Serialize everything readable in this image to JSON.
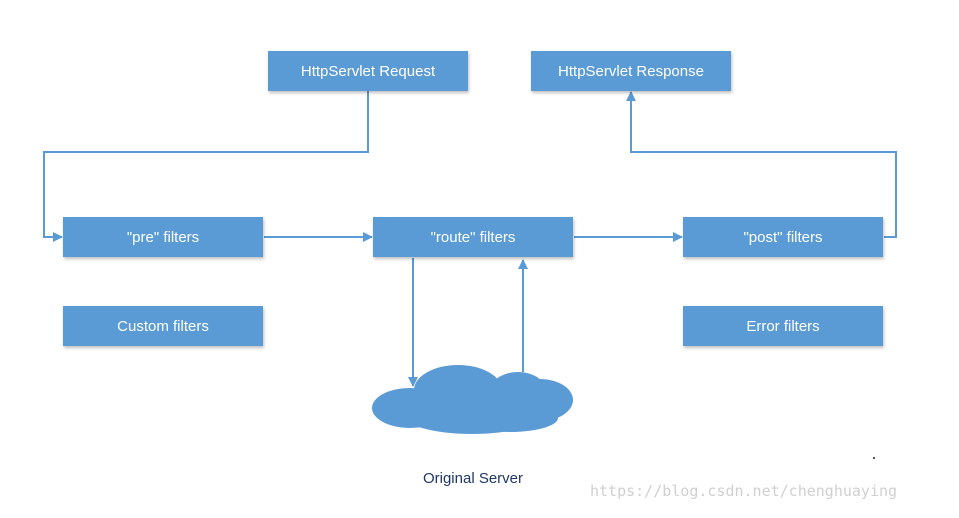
{
  "colors": {
    "box_fill": "#5b9bd5",
    "arrow": "#5b9bd5",
    "cloud": "#5b9bd5",
    "caption_text": "#1f3864",
    "watermark_text": "#d0d0d0"
  },
  "boxes": {
    "request": "HttpServlet Request",
    "response": "HttpServlet Response",
    "pre": "\"pre\" filters",
    "route": "\"route\" filters",
    "post": "\"post\" filters",
    "custom": "Custom filters",
    "error": "Error filters"
  },
  "server_label": "Original Server",
  "watermark": "https://blog.csdn.net/chenghuaying"
}
